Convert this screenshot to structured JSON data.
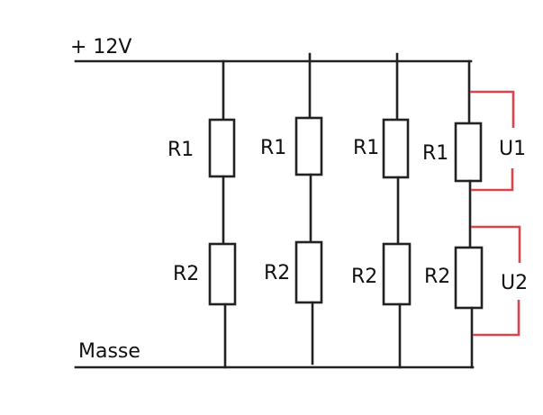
{
  "diagram": {
    "type": "circuit-schematic",
    "supply_label": "+ 12V",
    "ground_label": "Masse",
    "branches": [
      {
        "upper": "R1",
        "lower": "R2"
      },
      {
        "upper": "R1",
        "lower": "R2"
      },
      {
        "upper": "R1",
        "lower": "R2"
      },
      {
        "upper": "R1",
        "lower": "R2"
      }
    ],
    "measurements": [
      {
        "label": "U1",
        "across": "R1"
      },
      {
        "label": "U2",
        "across": "R2"
      }
    ],
    "colors": {
      "wire": "#222222",
      "measurement": "#d9454a"
    }
  }
}
